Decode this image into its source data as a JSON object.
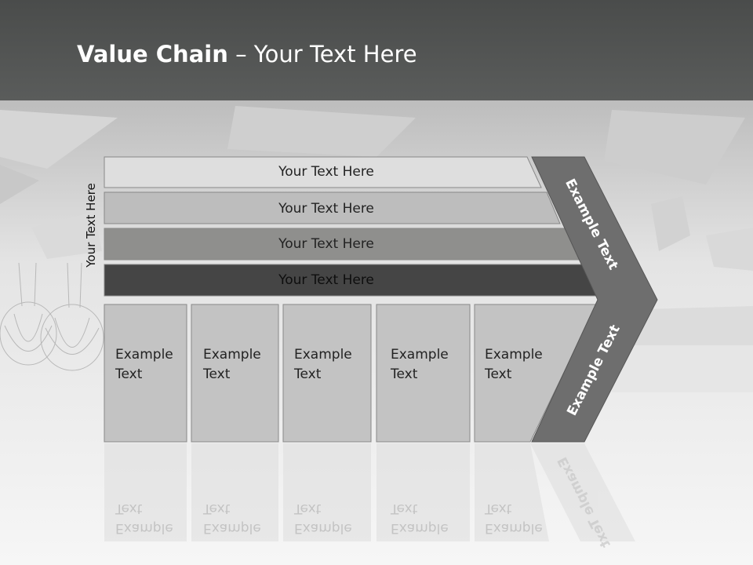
{
  "title": {
    "bold": "Value Chain",
    "rest": " – Your Text Here"
  },
  "vertical_label": "Your Text Here",
  "bars": [
    {
      "label": "Your Text Here",
      "color": "#dedede"
    },
    {
      "label": "Your Text Here",
      "color": "#bdbdbd"
    },
    {
      "label": "Your Text Here",
      "color": "#8f8f8d"
    },
    {
      "label": "Your Text Here",
      "color": "#454545"
    }
  ],
  "activities": [
    {
      "line1": "Example",
      "line2": "Text"
    },
    {
      "line1": "Example",
      "line2": "Text"
    },
    {
      "line1": "Example",
      "line2": "Text"
    },
    {
      "line1": "Example",
      "line2": "Text"
    },
    {
      "line1": "Example",
      "line2": "Text"
    }
  ],
  "chevron": {
    "upper": "Example Text",
    "lower": "Example Text",
    "color": "#6e6e6e"
  }
}
